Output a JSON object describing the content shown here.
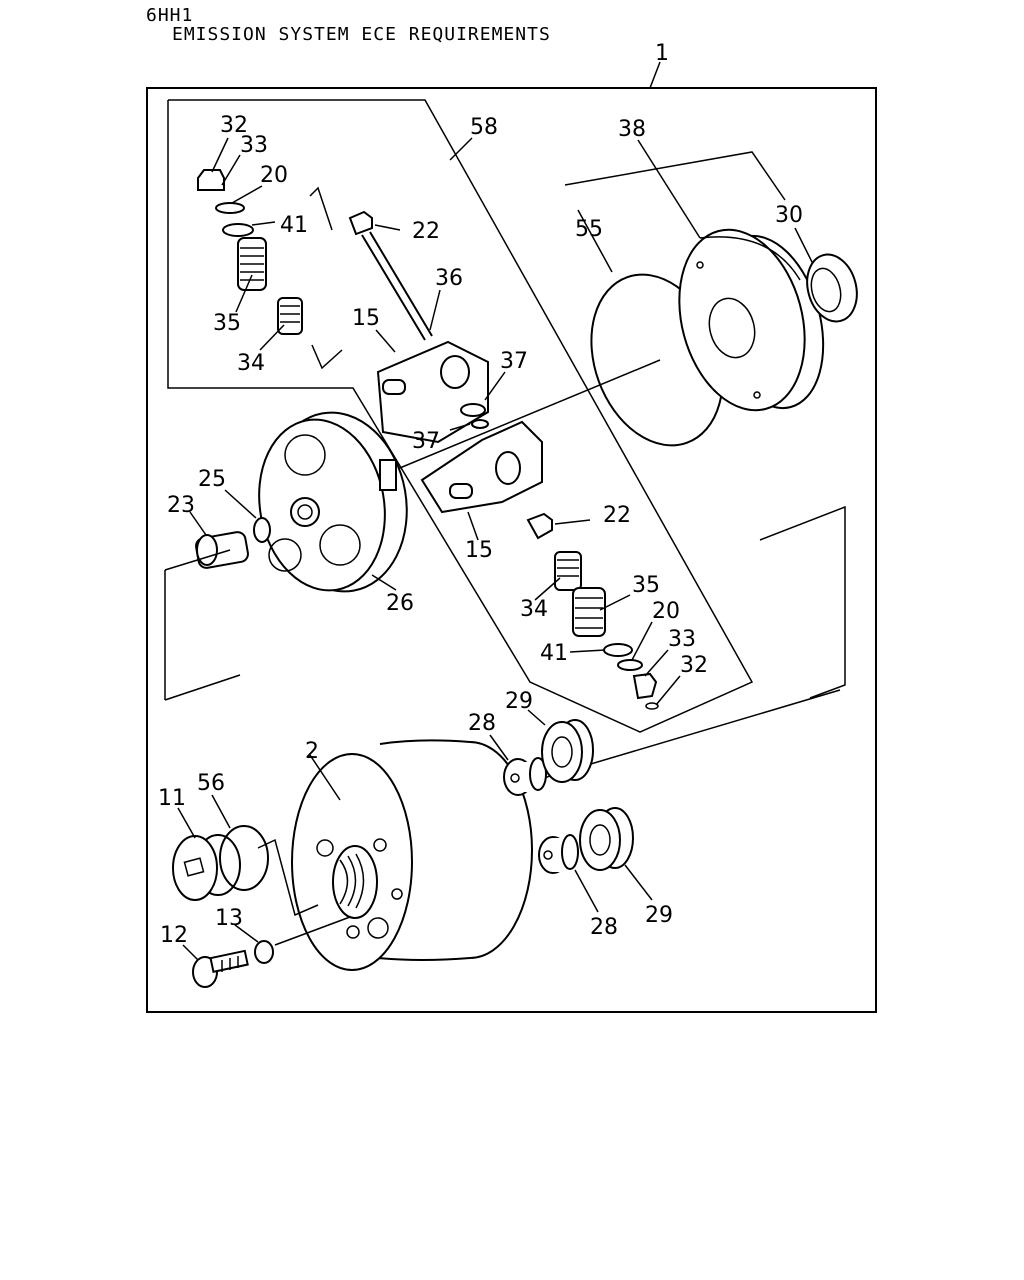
{
  "header": {
    "model": "6HH1",
    "title": "EMISSION SYSTEM ECE REQUIREMENTS"
  },
  "labels": {
    "l1": "1",
    "l58": "58",
    "l38": "38",
    "l30": "30",
    "l55": "55",
    "l32a": "32",
    "l33a": "33",
    "l20a": "20",
    "l41a": "41",
    "l22a": "22",
    "l36": "36",
    "l35a": "35",
    "l15a": "15",
    "l34a": "34",
    "l37a": "37",
    "l37b": "37",
    "l25": "25",
    "l23": "23",
    "l26": "26",
    "l15b": "15",
    "l22b": "22",
    "l35b": "35",
    "l34b": "34",
    "l20b": "20",
    "l41b": "41",
    "l33b": "33",
    "l32b": "32",
    "l29a": "29",
    "l28a": "28",
    "l2": "2",
    "l56": "56",
    "l11": "11",
    "l13": "13",
    "l12": "12",
    "l28b": "28",
    "l29b": "29"
  }
}
